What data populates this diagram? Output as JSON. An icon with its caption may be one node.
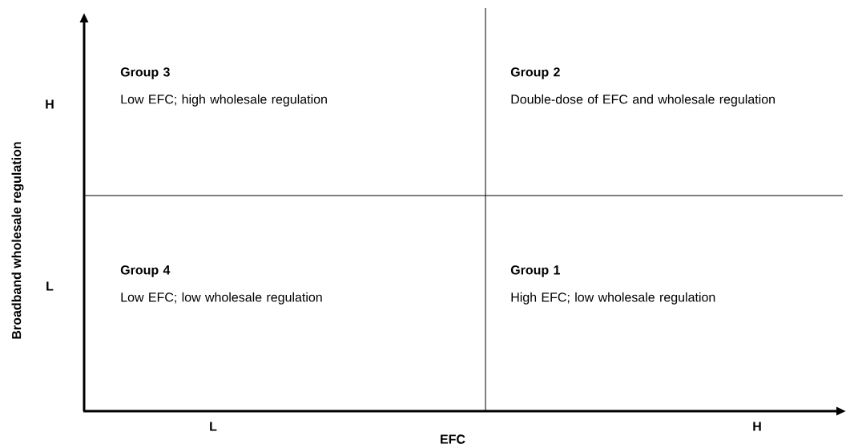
{
  "diagram": {
    "nodes": [
      {
        "text": [
          "Group 3",
          "Low EFC; high wholesale regulation"
        ]
      },
      {
        "text": [
          "Group 2",
          "Double-dose of EFC and wholesale regulation"
        ]
      },
      {
        "text": [
          "Group 4",
          "Low EFC; low wholesale regulation"
        ]
      },
      {
        "text": [
          "Group 1",
          "High EFC; low wholesale regulation"
        ]
      }
    ],
    "labels": [
      "Broadband wholesale regulation",
      "H",
      "L",
      "L",
      "H",
      "EFC"
    ]
  }
}
